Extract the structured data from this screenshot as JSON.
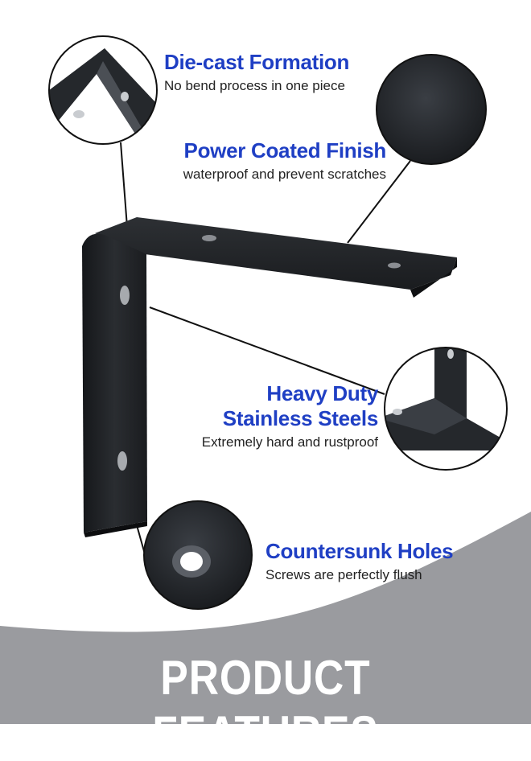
{
  "features": [
    {
      "title": "Die-cast Formation",
      "description": "No bend process in one piece"
    },
    {
      "title": "Power Coated Finish",
      "description": "waterproof and prevent scratches"
    },
    {
      "title": "Heavy Duty",
      "title2": "Stainless Steels",
      "description": "Extremely hard and rustproof"
    },
    {
      "title": "Countersunk Holes",
      "description": "Screws are perfectly flush"
    }
  ],
  "banner": {
    "title": "PRODUCT FEATURES"
  },
  "colors": {
    "title_blue": "#1f3fc4",
    "banner_gray": "#9a9b9f",
    "bracket_black": "#1d1f22"
  }
}
